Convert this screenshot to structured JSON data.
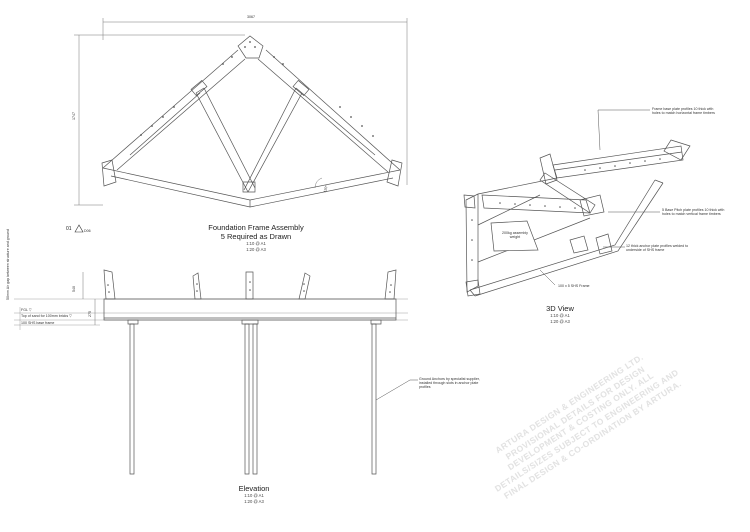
{
  "plan": {
    "title": "Foundation Frame Assembly",
    "subtitle": "5 Required as Drawn",
    "scale_a1": "1:10 @ A1",
    "scale_a3": "1:20 @ A3",
    "overall_width": "3067",
    "overall_height": "1747",
    "angle_note": "120°",
    "section_marker": "01",
    "section_ref": "D06"
  },
  "elevation": {
    "title": "Elevation",
    "scale_a1": "1:10 @ A1",
    "scale_a3": "1:20 @ A3",
    "dim_540": "540",
    "dim_275": "275",
    "side_note": "50mm Air gap between structure and ground",
    "level_ffl": "FGL ▽",
    "level_sand": "Top of sand for 100mm bricks ▽",
    "level_shs": "100 SHS base frame",
    "anchors_note": "Ground Anchors by specialist supplier, installed through slots in anchor plate profiles"
  },
  "view3d": {
    "title": "3D View",
    "scale_a1": "1:10 @ A1",
    "scale_a3": "1:20 @ A3",
    "weight": "200kg assembly weight",
    "callout_base_plate": "Frame base plate profiles 10 thick with holes to match horizontal frame timbers",
    "callout_pitch_plate": "5 Base Pitch plate profiles 10 thick with holes to match vertical frame timbers",
    "callout_anchor_plate": "12 thick anchor plate profiles welded to underside of SHS frame",
    "callout_shs": "100 x 5 SHS Frame"
  },
  "watermark": "ARTURA DESIGN & ENGINEERING LTD. PROVISIONAL DETAILS FOR DESIGN DEVELOPMENT & COSTING ONLY. ALL DETAILS/SIZES SUBJECT TO ENGINEERING AND FINAL DESIGN & CO-ORDINATION BY ARTURA."
}
